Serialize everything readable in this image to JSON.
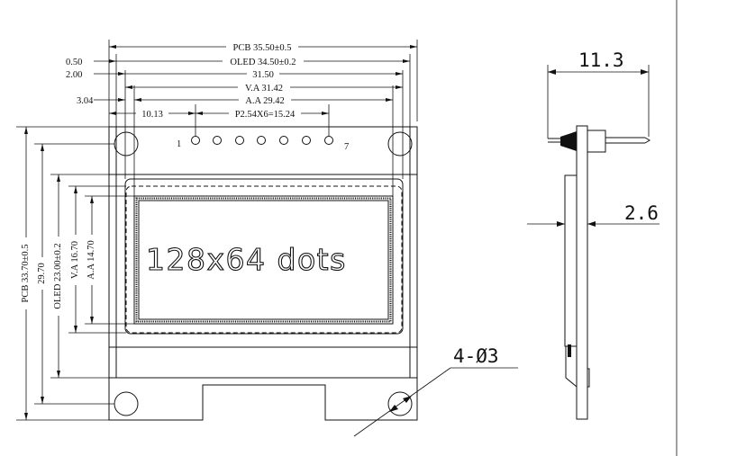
{
  "front": {
    "pcb_width": "PCB 35.50±0.5",
    "oled_width": "OLED 34.50±0.2",
    "offset_050": "0.50",
    "offset_200": "2.00",
    "width_3150": "31.50",
    "va_width": "V.A 31.42",
    "aa_width": "A.A 29.42",
    "offset_304": "3.04",
    "offset_1013": "10.13",
    "pin_pitch": "P2.54X6=15.24",
    "pin_first": "1",
    "pin_last": "7",
    "pcb_height": "PCB 33.70±0.5",
    "height_2970": "29.70",
    "oled_height": "OLED 23.00±0.2",
    "va_height": "V.A 16.70",
    "aa_height": "A.A 14.70",
    "resolution": "128x64 dots",
    "holes": "4-Ø3"
  },
  "side": {
    "total_depth": "11.3",
    "pcb_thickness": "2.6"
  }
}
